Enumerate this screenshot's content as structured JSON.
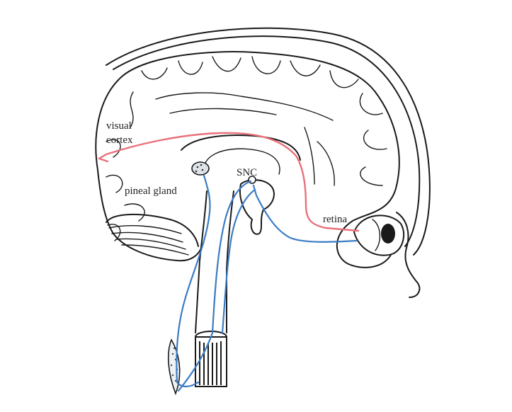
{
  "labels": {
    "visual_cortex_line1": "visual",
    "visual_cortex_line2": "cortex",
    "pineal_gland": "pineal gland",
    "snc": "SNC",
    "retina": "retina"
  },
  "colors": {
    "visual_pathway": "#e8707a",
    "circadian_pathway": "#3a7cc4",
    "outline": "#1a1a1a",
    "background": "#ffffff"
  }
}
